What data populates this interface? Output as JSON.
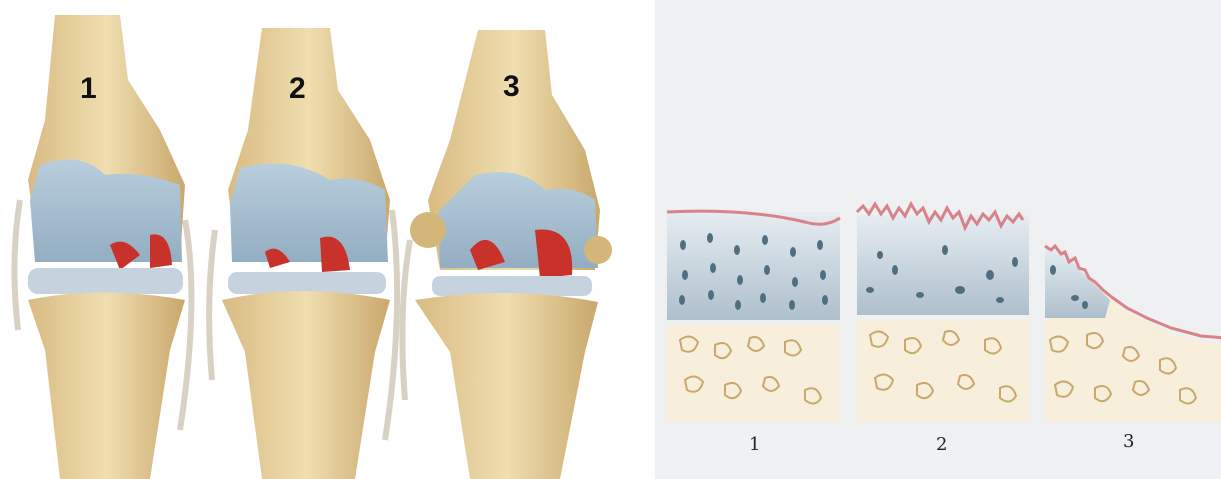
{
  "knee_models": [
    {
      "label": "1"
    },
    {
      "label": "2"
    },
    {
      "label": "3"
    }
  ],
  "cartilage_sections": [
    {
      "label": "1"
    },
    {
      "label": "2"
    },
    {
      "label": "3"
    }
  ],
  "colors": {
    "bone": "#e9d3a0",
    "cartilage": "#a9c0d1",
    "lesion": "#c8322a",
    "synovium": "#d9828a",
    "chondrocyte": "#4f6f80"
  }
}
